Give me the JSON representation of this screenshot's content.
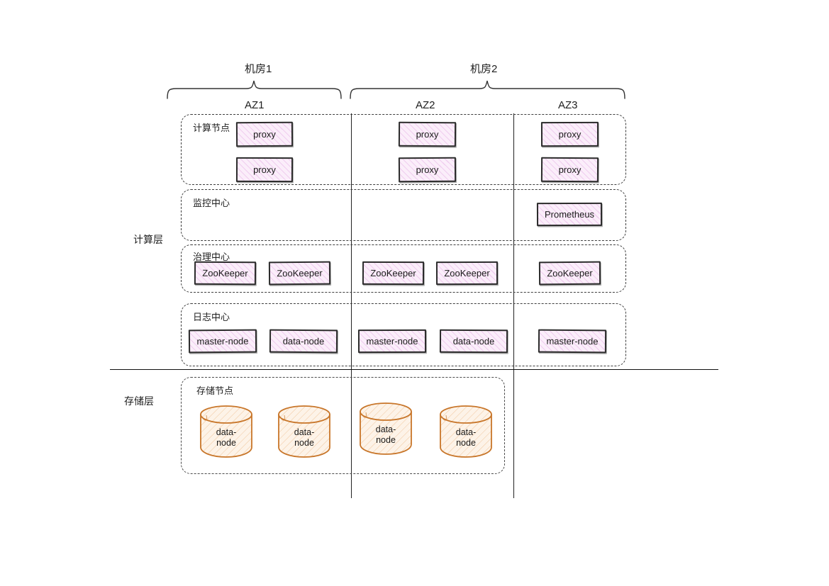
{
  "diagram": {
    "title": "计算层/存储层架构图",
    "colors": {
      "node_fill": "#fbeefa",
      "node_hatch": "#d682d6",
      "node_border": "#2b2b2b",
      "cylinder_stroke": "#c8762a",
      "cylinder_fill": "#fdf1e4",
      "group_border": "#3d3d3d",
      "divider": "#111111"
    },
    "rooms": [
      {
        "name": "机房1",
        "spans": [
          "AZ1"
        ]
      },
      {
        "name": "机房2",
        "spans": [
          "AZ2",
          "AZ3"
        ]
      }
    ],
    "zones": [
      {
        "label": "AZ1"
      },
      {
        "label": "AZ2"
      },
      {
        "label": "AZ3"
      }
    ],
    "layers": [
      {
        "label": "计算层"
      },
      {
        "label": "存储层"
      }
    ],
    "groups": [
      {
        "label": "计算节点",
        "nodes": [
          {
            "text": "proxy",
            "zone": "AZ1",
            "row": 1
          },
          {
            "text": "proxy",
            "zone": "AZ2",
            "row": 1
          },
          {
            "text": "proxy",
            "zone": "AZ3",
            "row": 1
          },
          {
            "text": "proxy",
            "zone": "AZ1",
            "row": 2
          },
          {
            "text": "proxy",
            "zone": "AZ2",
            "row": 2
          },
          {
            "text": "proxy",
            "zone": "AZ3",
            "row": 2
          }
        ]
      },
      {
        "label": "监控中心",
        "nodes": [
          {
            "text": "Prometheus",
            "zone": "AZ3",
            "row": 1
          }
        ]
      },
      {
        "label": "治理中心",
        "nodes": [
          {
            "text": "ZooKeeper",
            "zone": "AZ1",
            "row": 1
          },
          {
            "text": "ZooKeeper",
            "zone": "AZ1",
            "row": 1
          },
          {
            "text": "ZooKeeper",
            "zone": "AZ2",
            "row": 1
          },
          {
            "text": "ZooKeeper",
            "zone": "AZ2",
            "row": 1
          },
          {
            "text": "ZooKeeper",
            "zone": "AZ3",
            "row": 1
          }
        ]
      },
      {
        "label": "日志中心",
        "nodes": [
          {
            "text": "master-node",
            "zone": "AZ1",
            "row": 1
          },
          {
            "text": "data-node",
            "zone": "AZ1",
            "row": 1
          },
          {
            "text": "master-node",
            "zone": "AZ2",
            "row": 1
          },
          {
            "text": "data-node",
            "zone": "AZ2",
            "row": 1
          },
          {
            "text": "master-node",
            "zone": "AZ3",
            "row": 1
          }
        ]
      },
      {
        "label": "存储节点",
        "cylinders": [
          {
            "line1": "data-",
            "line2": "node",
            "zone": "AZ1"
          },
          {
            "line1": "data-",
            "line2": "node",
            "zone": "AZ1"
          },
          {
            "line1": "data-",
            "line2": "node",
            "zone": "AZ2"
          },
          {
            "line1": "data-",
            "line2": "node",
            "zone": "AZ2"
          }
        ]
      }
    ],
    "text": {
      "room1": "机房1",
      "room2": "机房2",
      "az1": "AZ1",
      "az2": "AZ2",
      "az3": "AZ3",
      "compute_layer": "计算层",
      "storage_layer": "存储层",
      "group_compute_nodes": "计算节点",
      "group_monitoring": "监控中心",
      "group_governance": "治理中心",
      "group_logging": "日志中心",
      "group_storage_nodes": "存储节点",
      "proxy": "proxy",
      "prometheus": "Prometheus",
      "zookeeper": "ZooKeeper",
      "master_node": "master-node",
      "data_node": "data-node",
      "data_line1": "data-",
      "data_line2": "node"
    }
  }
}
